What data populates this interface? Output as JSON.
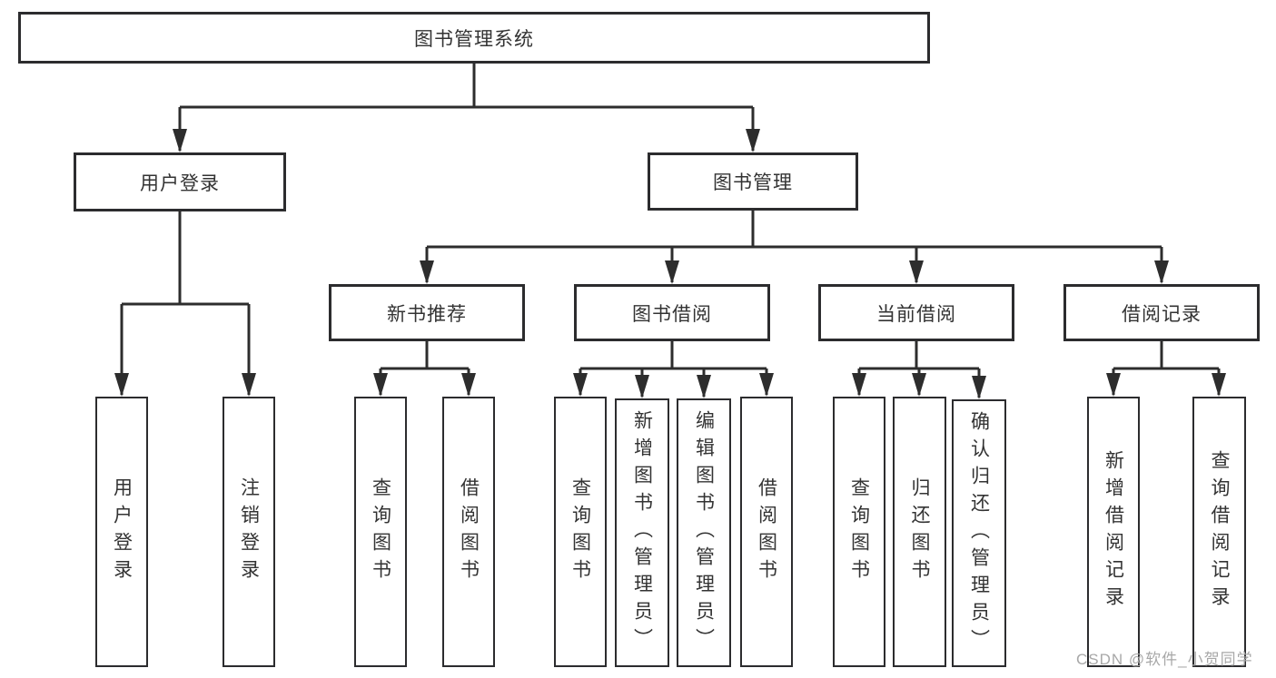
{
  "colors": {
    "line": "#2d2d2d",
    "box_border": "#2c2c2e",
    "text": "#333333",
    "watermark": "#a8a8a8",
    "background": "#ffffff"
  },
  "watermark": {
    "text": "CSDN @软件_小贺同学"
  },
  "tree": {
    "label": "图书管理系统",
    "children": [
      {
        "label": "用户登录",
        "children": [
          {
            "label": "用户登录"
          },
          {
            "label": "注销登录"
          }
        ]
      },
      {
        "label": "图书管理",
        "children": [
          {
            "label": "新书推荐",
            "children": [
              {
                "label": "查询图书"
              },
              {
                "label": "借阅图书"
              }
            ]
          },
          {
            "label": "图书借阅",
            "children": [
              {
                "label": "查询图书"
              },
              {
                "label": "新增图书（管理员）"
              },
              {
                "label": "编辑图书（管理员）"
              },
              {
                "label": "借阅图书"
              }
            ]
          },
          {
            "label": "当前借阅",
            "children": [
              {
                "label": "查询图书"
              },
              {
                "label": "归还图书"
              },
              {
                "label": "确认归还（管理员）"
              }
            ]
          },
          {
            "label": "借阅记录",
            "children": [
              {
                "label": "新增借阅记录"
              },
              {
                "label": "查询借阅记录"
              }
            ]
          }
        ]
      }
    ]
  }
}
